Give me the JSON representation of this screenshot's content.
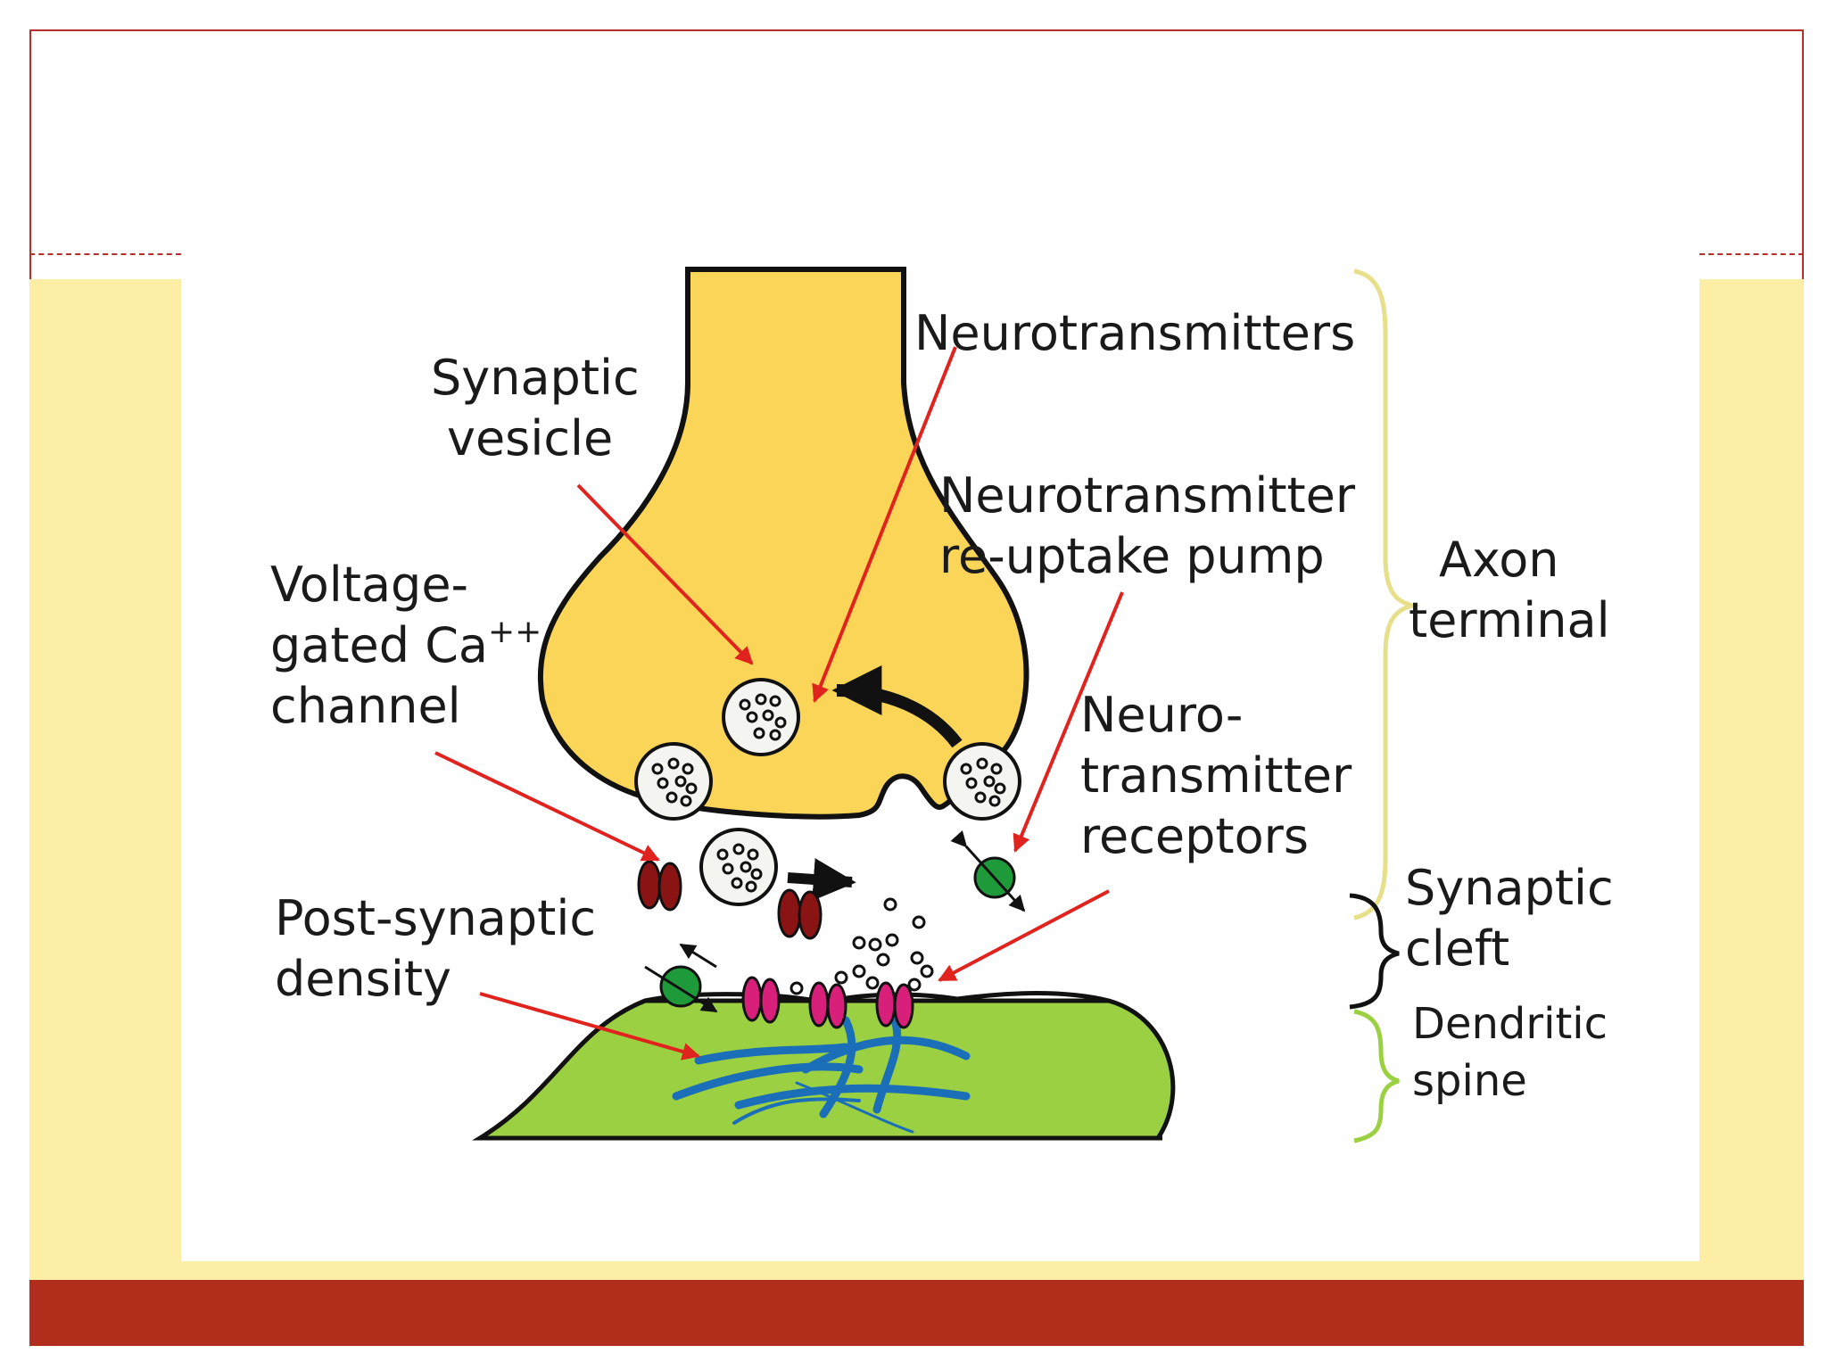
{
  "labels": {
    "synaptic_vesicle": [
      "Synaptic",
      "vesicle"
    ],
    "neurotransmitters": "Neurotransmitters",
    "reuptake_pump": [
      "Neurotransmitter",
      "re-uptake pump"
    ],
    "voltage_gated": [
      "Voltage-",
      "gated Ca",
      "++",
      "channel"
    ],
    "receptors": [
      "Neuro-",
      "transmitter",
      "receptors"
    ],
    "post_synaptic": [
      "Post-synaptic",
      "density"
    ],
    "axon_terminal": [
      "Axon",
      "terminal"
    ],
    "synaptic_cleft": [
      "Synaptic",
      "cleft"
    ],
    "dendritic_spine": [
      "Dendritic",
      "spine"
    ]
  },
  "colors": {
    "frame": "#b5302a",
    "cream": "#fdeea6",
    "footer": "#b22e1c",
    "axon_fill": "#fbd557",
    "spine_fill": "#9bd042",
    "arrow": "#e0231e",
    "vesicle": "#f4f4f0",
    "receptor": "#d8207a",
    "ca_channel": "#8a1414",
    "pump": "#1f9a3b",
    "psd": "#1a6fb8",
    "brace_axon": "#e8df8a",
    "brace_spine": "#9bd042"
  }
}
